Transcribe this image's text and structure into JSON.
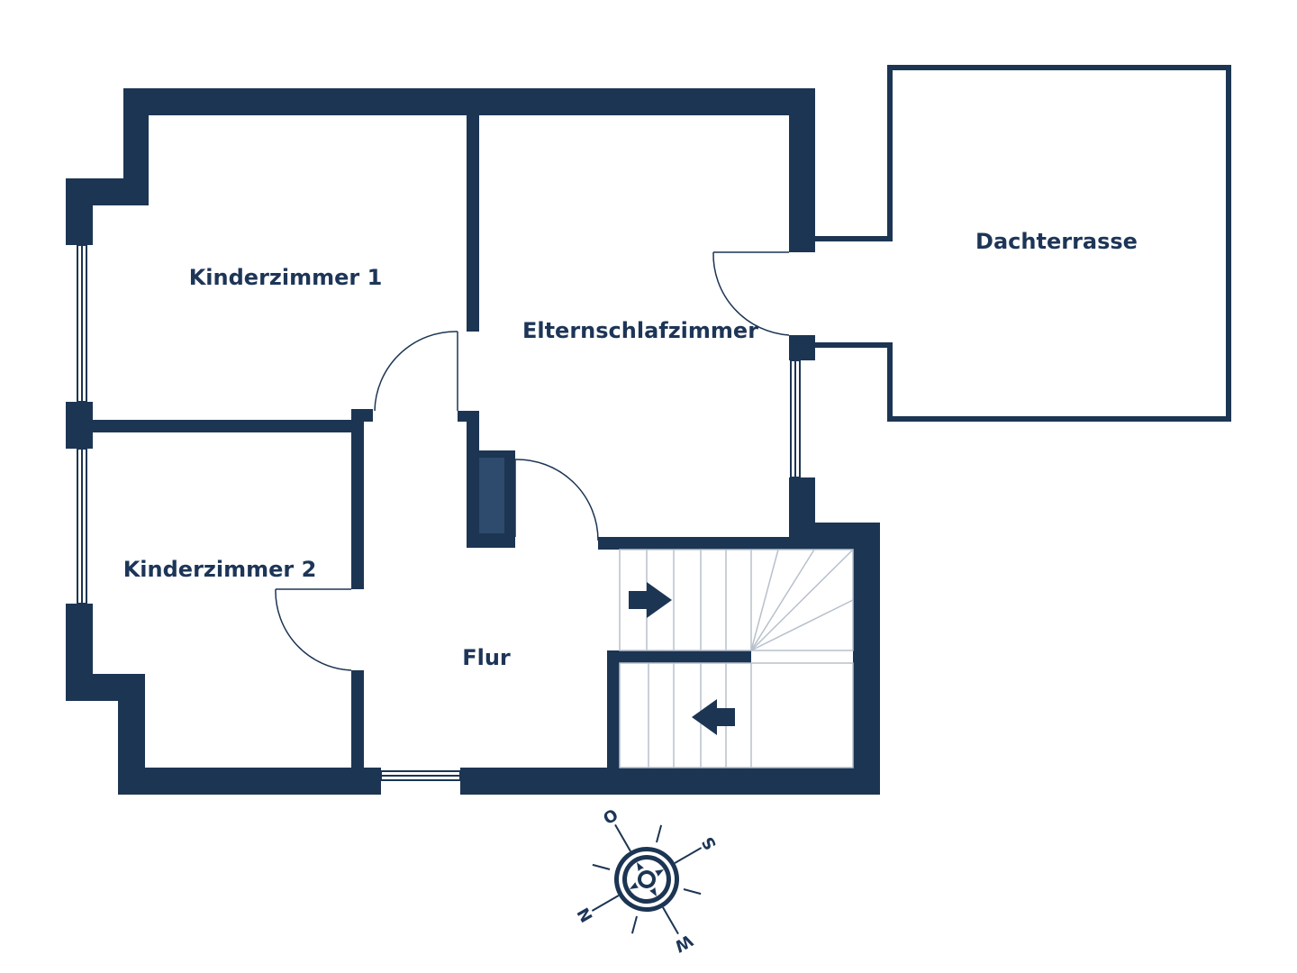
{
  "colors": {
    "wall": "#1c3553",
    "background": "#ffffff",
    "stair_line": "#b7c0cc"
  },
  "rooms": {
    "kinderzimmer1": "Kinderzimmer 1",
    "kinderzimmer2": "Kinderzimmer 2",
    "elternschlafzimmer": "Elternschlafzimmer",
    "dachterrasse": "Dachterrasse",
    "flur": "Flur"
  },
  "compass": {
    "north": "N",
    "east": "O",
    "south": "S",
    "west": "W"
  },
  "icons": [
    "arrow-right-icon",
    "arrow-left-icon",
    "compass-icon"
  ]
}
